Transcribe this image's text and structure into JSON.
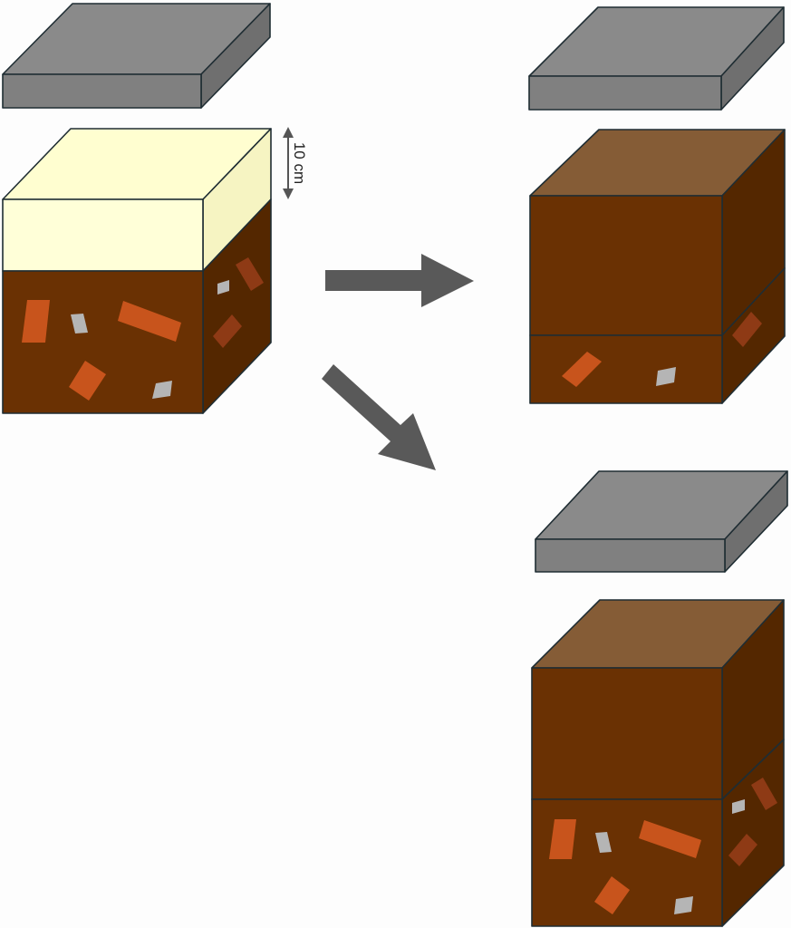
{
  "diagram": {
    "dimension_label": "10 cm",
    "colors": {
      "plate_front": "#808080",
      "plate_top": "#8a8a8a",
      "plate_side": "#6f6f6f",
      "cream_front": "#ffffd8",
      "cream_top": "#fffed0",
      "cream_side": "#f6f4c2",
      "soil_front": "#6a3103",
      "soil_top": "#855c36",
      "soil_side": "#542700",
      "outline": "#1f2d33",
      "arrow": "#595959",
      "fragment_orange": "#c8541c",
      "fragment_dark": "#8e3a15",
      "fragment_gray": "#b5b5b5"
    },
    "panels": [
      {
        "id": "initial",
        "layers": [
          "compacted-cover-plate",
          "fresh-layer-10cm",
          "fragment-soil-layer"
        ]
      },
      {
        "id": "outcome-1",
        "layers": [
          "compacted-cover-plate",
          "compacted-soil",
          "thin-fragment-soil-layer"
        ]
      },
      {
        "id": "outcome-2",
        "layers": [
          "compacted-cover-plate",
          "compacted-soil",
          "fragment-soil-layer"
        ]
      }
    ]
  }
}
